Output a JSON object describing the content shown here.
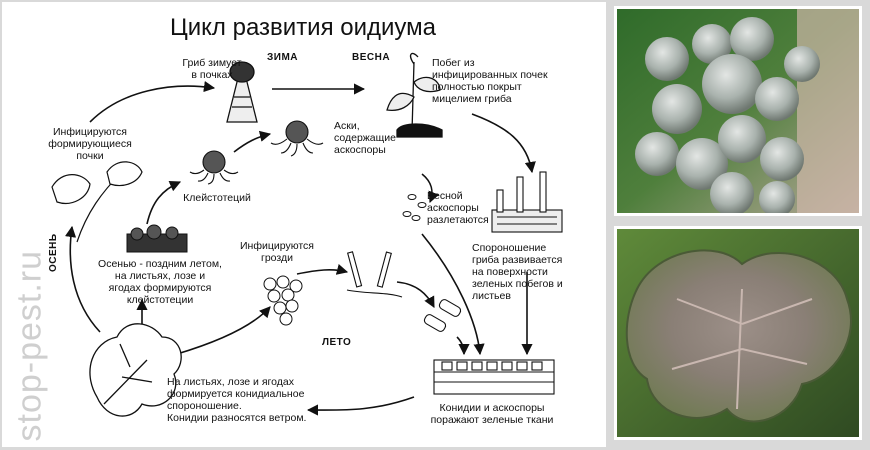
{
  "title": "Цикл развития оидиума",
  "watermark": "stop-pest.ru",
  "seasons": {
    "winter": "ЗИМА",
    "spring": "ВЕСНА",
    "summer": "ЛЕТО",
    "autumn": "ОСЕНЬ"
  },
  "labels": {
    "winter_buds": "Гриб зимует\nв почках",
    "spring_shoot": "Побег из\nинфицированных почек\nполностью покрыт\nмицелием гриба",
    "infected_buds": "Инфицируются\nформирующиеся\nпочки",
    "asci": "Аски,\nсодержащие\nаскоспоры",
    "cleistothecium": "Клейстотеций",
    "spring_ascospores": "Весной\nаскоспоры\nразлетаются",
    "sporulation": "Спороношение\nгриба развивается\nна поверхности\nзеленых побегов и\nлистьев",
    "autumn_cleistothecia": "Осенью - поздним летом,\nна листьях, лозе и\nягодах формируются\nклейстотеции",
    "grapes_infected": "Инфицируются\nгрозди",
    "conidial": "На листьях, лозе и ягодах\nформируется конидиальное\nспороношение.\nКонидии разносятся ветром.",
    "conidia_infect": "Конидии и аскоспоры\nпоражают зеленые ткани"
  },
  "colors": {
    "panel": "#ffffff",
    "background": "#d9d9d9",
    "ink": "#111111",
    "watermark": "#cfcfcf"
  }
}
